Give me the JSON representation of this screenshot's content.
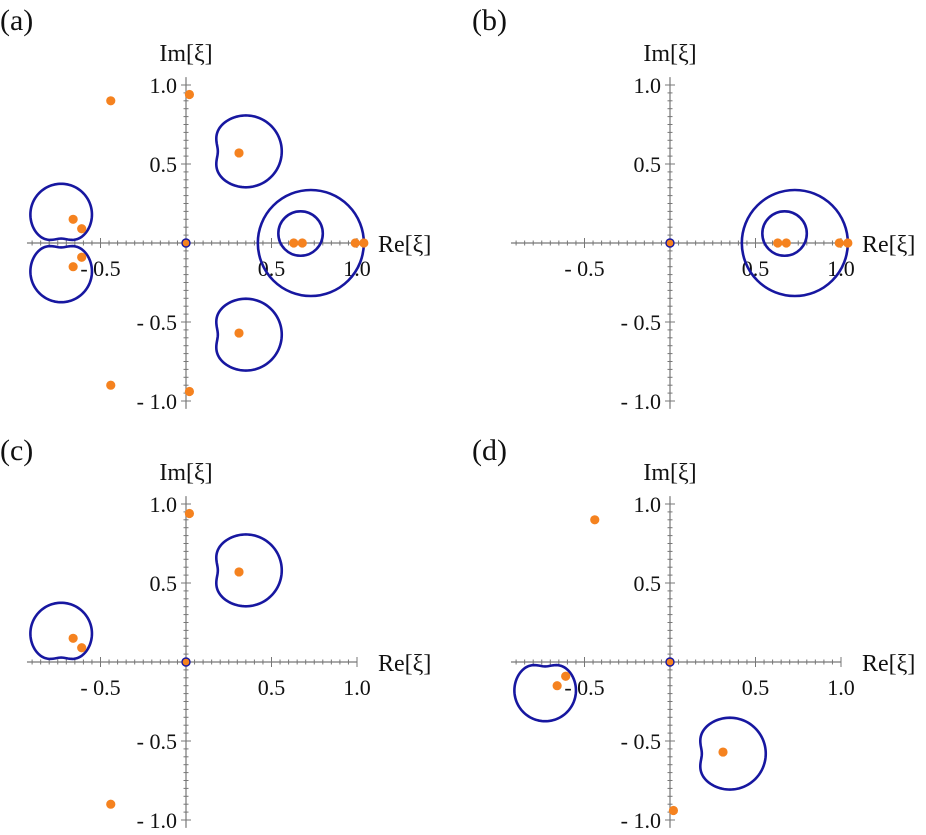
{
  "colors": {
    "curve": "#1717a0",
    "point": "#f5821f",
    "axis": "#777777"
  },
  "chart_data": [
    {
      "type": "scatter",
      "label": "(a)",
      "xlabel": "Re[ξ]",
      "ylabel": "Im[ξ]",
      "xlim": [
        -0.93,
        1.0
      ],
      "ylim": [
        -1.05,
        1.05
      ],
      "x_ticks": [
        "- 0.5",
        "0.5",
        "1.0"
      ],
      "y_ticks": [
        "1.0",
        "0.5",
        "- 0.5",
        "- 1.0"
      ],
      "points": [
        [
          0,
          0
        ],
        [
          -0.44,
          0.9
        ],
        [
          0.02,
          0.94
        ],
        [
          0.31,
          0.57
        ],
        [
          -0.66,
          0.15
        ],
        [
          -0.61,
          0.09
        ],
        [
          -0.61,
          -0.09
        ],
        [
          -0.66,
          -0.15
        ],
        [
          0.31,
          -0.57
        ],
        [
          -0.44,
          -0.9
        ],
        [
          0.02,
          -0.94
        ],
        [
          0.63,
          0
        ],
        [
          0.68,
          0
        ],
        [
          0.99,
          0
        ],
        [
          1.04,
          0
        ]
      ],
      "curves": [
        {
          "shape": "leaf",
          "center": [
            -0.73,
            0.18
          ],
          "radius": 0.18,
          "dir": "down"
        },
        {
          "shape": "leaf",
          "center": [
            -0.73,
            -0.18
          ],
          "radius": 0.18,
          "dir": "up"
        },
        {
          "shape": "leaf",
          "center": [
            0.35,
            0.58
          ],
          "radius": 0.21,
          "dir": "left"
        },
        {
          "shape": "leaf",
          "center": [
            0.35,
            -0.58
          ],
          "radius": 0.21,
          "dir": "left"
        },
        {
          "shape": "circle",
          "center": [
            0.73,
            0
          ],
          "radius": 0.31
        },
        {
          "shape": "circle",
          "center": [
            0.67,
            0.06
          ],
          "radius": 0.13
        }
      ]
    },
    {
      "type": "scatter",
      "label": "(b)",
      "xlabel": "Re[ξ]",
      "ylabel": "Im[ξ]",
      "xlim": [
        -0.93,
        1.0
      ],
      "ylim": [
        -1.05,
        1.05
      ],
      "x_ticks": [
        "- 0.5",
        "0.5",
        "1.0"
      ],
      "y_ticks": [
        "1.0",
        "0.5",
        "- 0.5",
        "- 1.0"
      ],
      "points": [
        [
          0,
          0
        ],
        [
          0.63,
          0
        ],
        [
          0.68,
          0
        ],
        [
          0.99,
          0
        ],
        [
          1.04,
          0
        ]
      ],
      "curves": [
        {
          "shape": "circle",
          "center": [
            0.73,
            0
          ],
          "radius": 0.31
        },
        {
          "shape": "circle",
          "center": [
            0.67,
            0.06
          ],
          "radius": 0.13
        }
      ]
    },
    {
      "type": "scatter",
      "label": "(c)",
      "xlabel": "Re[ξ]",
      "ylabel": "Im[ξ]",
      "xlim": [
        -0.93,
        1.0
      ],
      "ylim": [
        -1.05,
        1.05
      ],
      "x_ticks": [
        "- 0.5",
        "0.5",
        "1.0"
      ],
      "y_ticks": [
        "1.0",
        "0.5",
        "- 0.5",
        "- 1.0"
      ],
      "points": [
        [
          0,
          0
        ],
        [
          0.02,
          0.94
        ],
        [
          0.31,
          0.57
        ],
        [
          -0.66,
          0.15
        ],
        [
          -0.61,
          0.09
        ],
        [
          -0.44,
          -0.9
        ]
      ],
      "curves": [
        {
          "shape": "leaf",
          "center": [
            -0.73,
            0.18
          ],
          "radius": 0.18,
          "dir": "down"
        },
        {
          "shape": "leaf",
          "center": [
            0.35,
            0.58
          ],
          "radius": 0.21,
          "dir": "left"
        }
      ]
    },
    {
      "type": "scatter",
      "label": "(d)",
      "xlabel": "Re[ξ]",
      "ylabel": "Im[ξ]",
      "xlim": [
        -0.93,
        1.0
      ],
      "ylim": [
        -1.05,
        1.05
      ],
      "x_ticks": [
        "- 0.5",
        "0.5",
        "1.0"
      ],
      "y_ticks": [
        "1.0",
        "0.5",
        "- 0.5",
        "- 1.0"
      ],
      "points": [
        [
          0,
          0
        ],
        [
          -0.44,
          0.9
        ],
        [
          -0.61,
          -0.09
        ],
        [
          -0.66,
          -0.15
        ],
        [
          0.31,
          -0.57
        ],
        [
          0.02,
          -0.94
        ]
      ],
      "curves": [
        {
          "shape": "leaf",
          "center": [
            -0.73,
            -0.18
          ],
          "radius": 0.18,
          "dir": "up"
        },
        {
          "shape": "leaf",
          "center": [
            0.35,
            -0.58
          ],
          "radius": 0.21,
          "dir": "left"
        }
      ]
    }
  ]
}
